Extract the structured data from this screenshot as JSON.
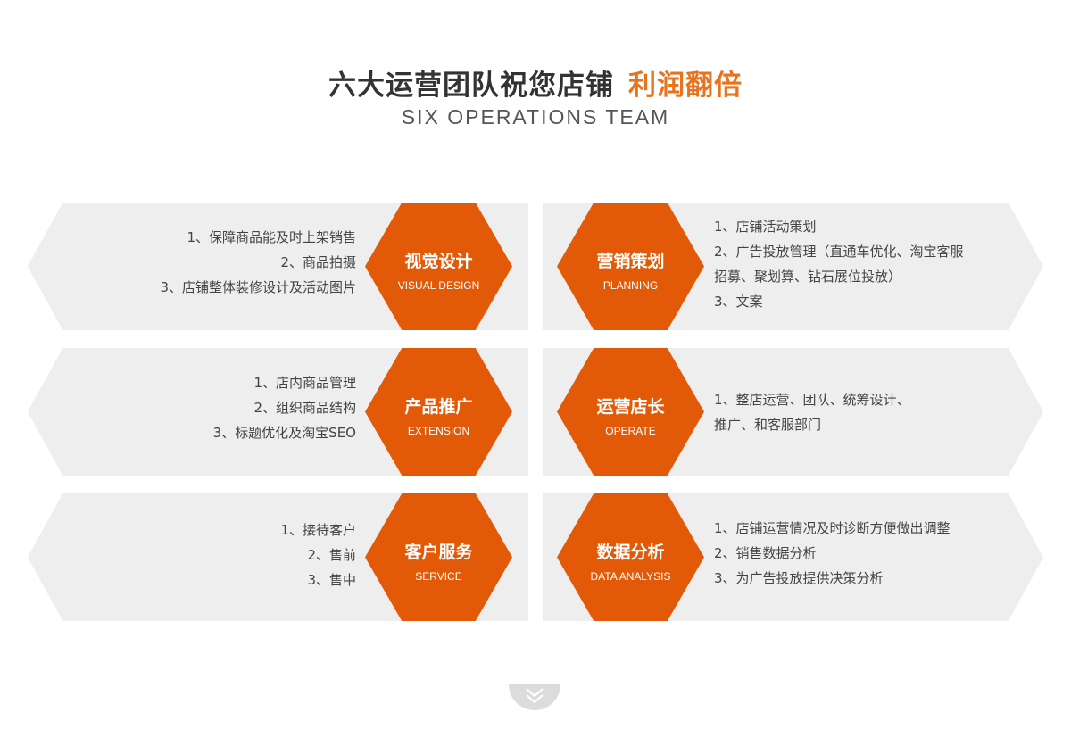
{
  "header": {
    "title": "六大运营团队祝您店铺",
    "title_accent": "利润翻倍",
    "subtitle": "SIX OPERATIONS TEAM"
  },
  "colors": {
    "accent": "#e25a07",
    "title_accent": "#e8731f",
    "band": "#eeeeee"
  },
  "teams": [
    {
      "name": "视觉设计",
      "name_en": "VISUAL DESIGN",
      "items": [
        "1、保障商品能及时上架销售",
        "2、商品拍摄",
        "3、店铺整体装修设计及活动图片"
      ]
    },
    {
      "name": "营销策划",
      "name_en": "PLANNING",
      "items": [
        "1、店铺活动策划",
        "2、广告投放管理（直通车优化、淘宝客服",
        "招募、聚划算、钻石展位投放）",
        "3、文案"
      ]
    },
    {
      "name": "产品推广",
      "name_en": "EXTENSION",
      "items": [
        "1、店内商品管理",
        "2、组织商品结构",
        "3、标题优化及淘宝SEO"
      ]
    },
    {
      "name": "运营店长",
      "name_en": "OPERATE",
      "items": [
        "1、整店运营、团队、统筹设计、",
        "推广、和客服部门"
      ]
    },
    {
      "name": "客户服务",
      "name_en": "SERVICE",
      "items": [
        "1、接待客户",
        "2、售前",
        "3、售中"
      ]
    },
    {
      "name": "数据分析",
      "name_en": "DATA ANALYSIS",
      "items": [
        "1、店铺运营情况及时诊断方便做出调整",
        "2、销售数据分析",
        "3、为广告投放提供决策分析"
      ]
    }
  ],
  "scroll": {
    "icon": "double-chevron-down-icon"
  }
}
